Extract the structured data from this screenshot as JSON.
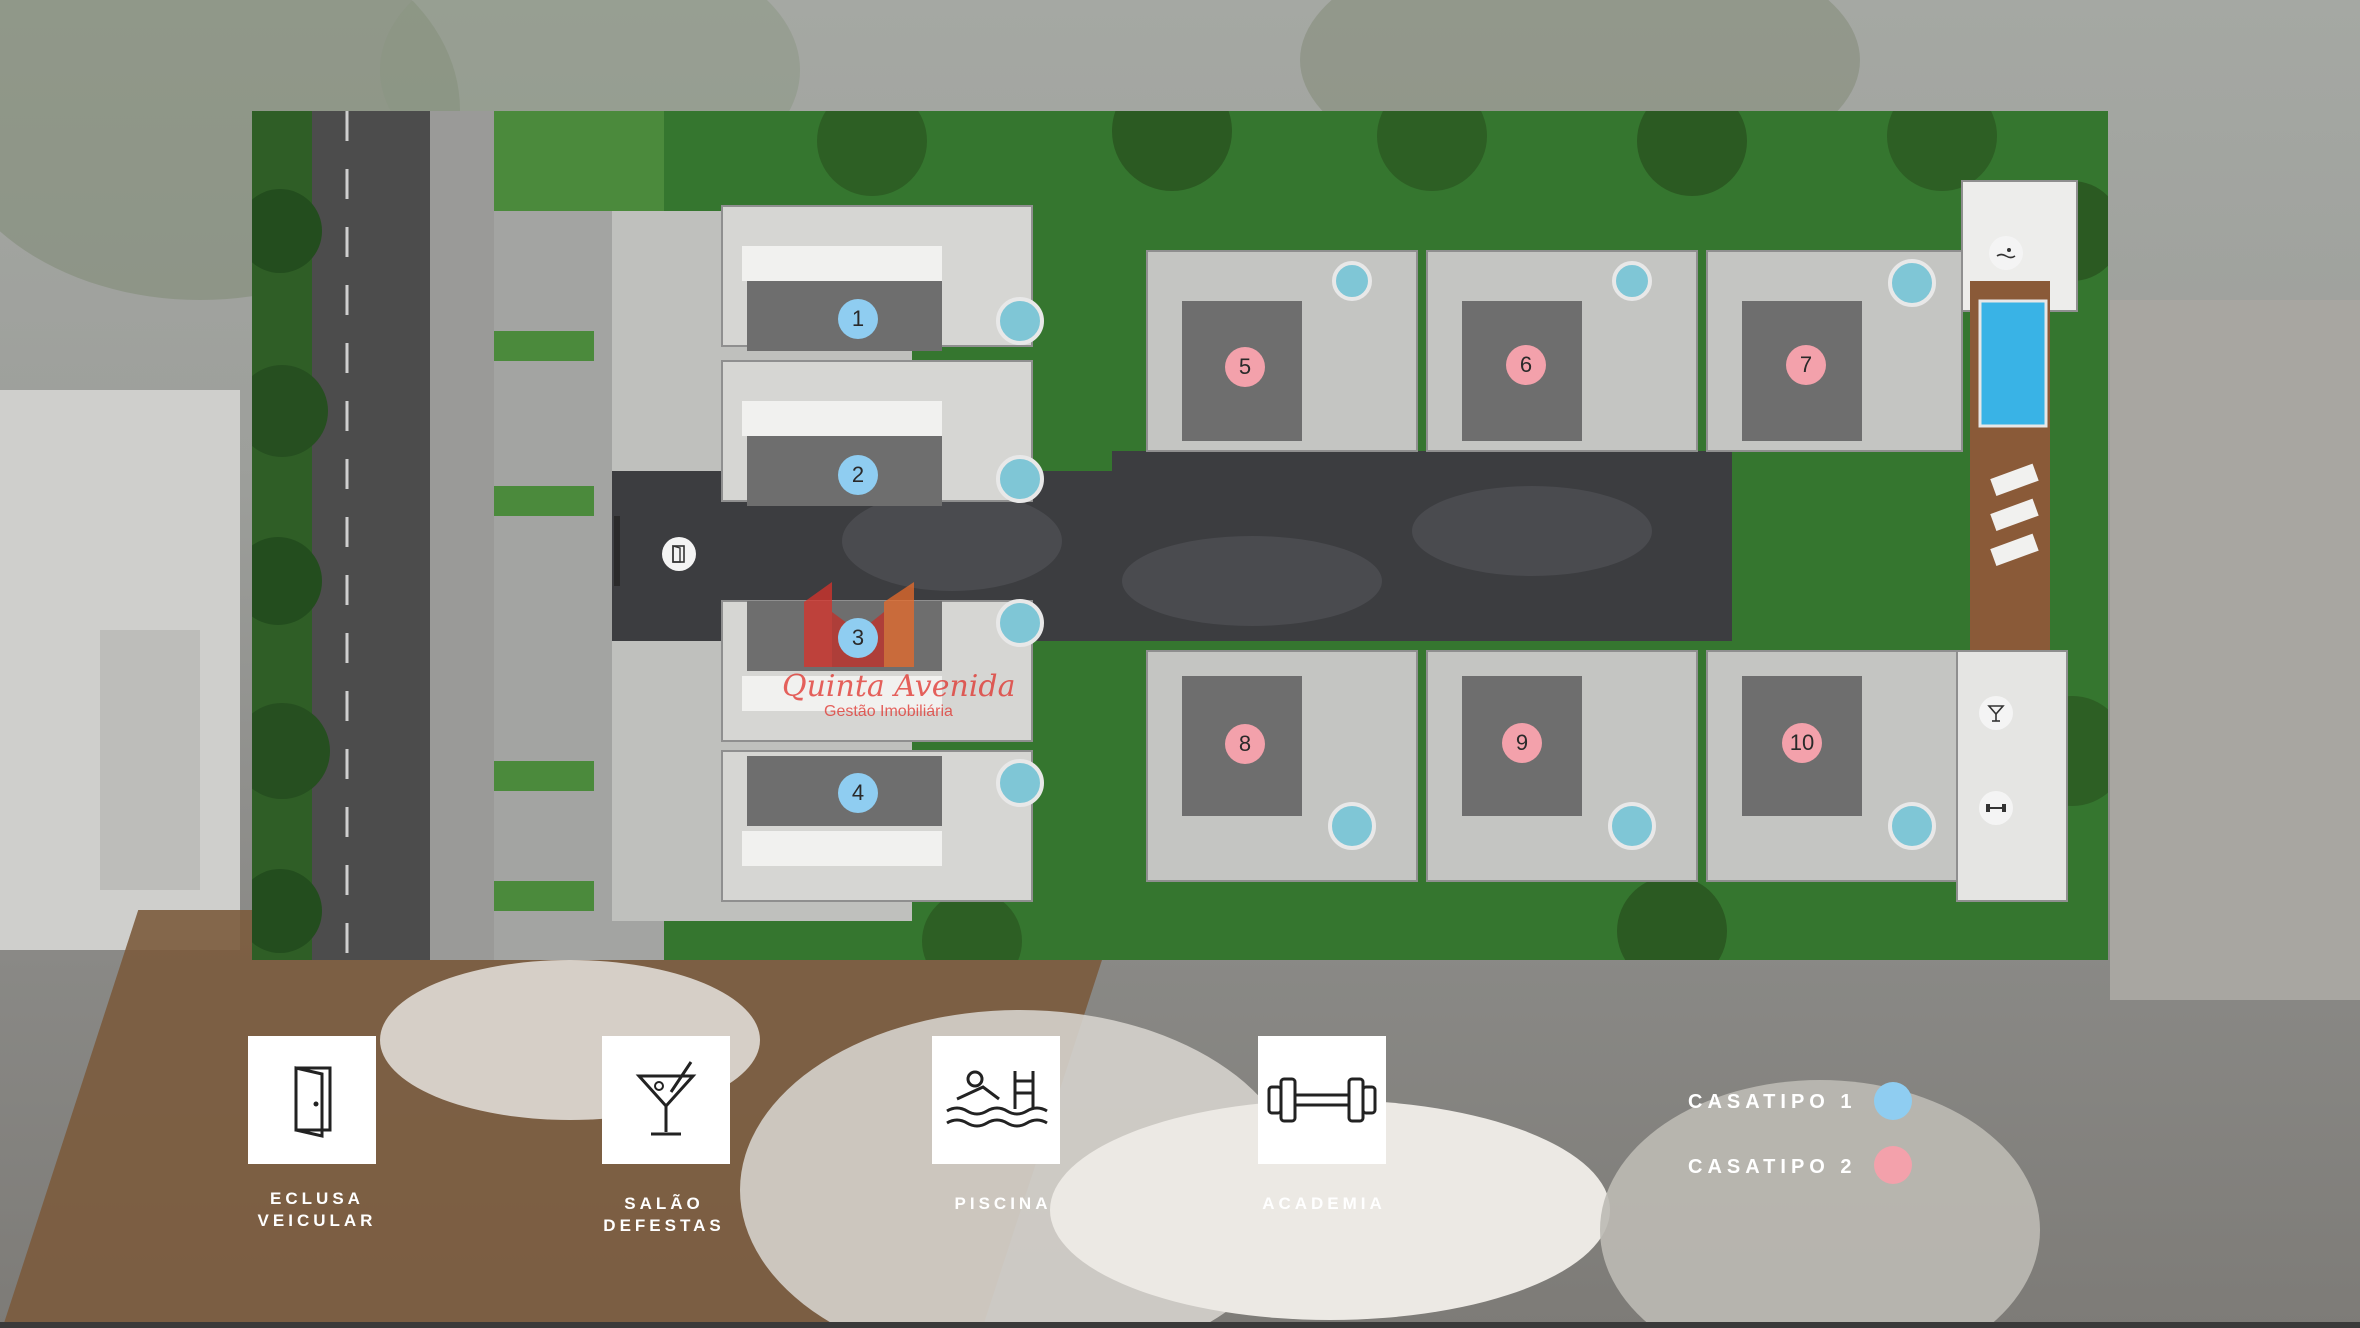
{
  "site_plan": {
    "houses": [
      {
        "number": "1",
        "type": "casa-tipo-1"
      },
      {
        "number": "2",
        "type": "casa-tipo-1"
      },
      {
        "number": "3",
        "type": "casa-tipo-1"
      },
      {
        "number": "4",
        "type": "casa-tipo-1"
      },
      {
        "number": "5",
        "type": "casa-tipo-2"
      },
      {
        "number": "6",
        "type": "casa-tipo-2"
      },
      {
        "number": "7",
        "type": "casa-tipo-2"
      },
      {
        "number": "8",
        "type": "casa-tipo-2"
      },
      {
        "number": "9",
        "type": "casa-tipo-2"
      },
      {
        "number": "10",
        "type": "casa-tipo-2"
      }
    ]
  },
  "watermark": {
    "name": "Quinta Avenida",
    "subtitle": "Gestão Imobiliária"
  },
  "amenities": [
    {
      "label_line1": "ECLUSA",
      "label_line2": "VEICULAR",
      "icon": "door-icon"
    },
    {
      "label_line1": "SALÃO",
      "label_line2": "DEFESTAS",
      "icon": "cocktail-glass-icon"
    },
    {
      "label_line1": "PISCINA",
      "label_line2": "",
      "icon": "swimmer-pool-icon"
    },
    {
      "label_line1": "ACADEMIA",
      "label_line2": "",
      "icon": "dumbbell-icon"
    }
  ],
  "legend": {
    "type1_label": "CASATIPO 1",
    "type1_color": "#8fcdf1",
    "type2_label": "CASATIPO 2",
    "type2_color": "#f3a1ab"
  }
}
